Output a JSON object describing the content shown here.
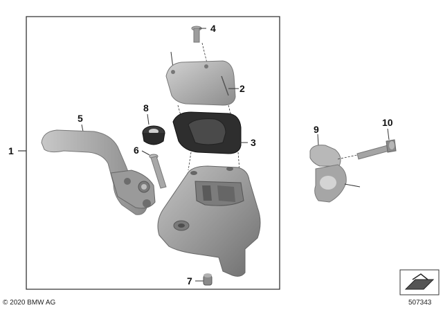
{
  "diagram": {
    "callouts": [
      {
        "id": "1",
        "label": "1"
      },
      {
        "id": "2",
        "label": "2"
      },
      {
        "id": "3",
        "label": "3"
      },
      {
        "id": "4",
        "label": "4"
      },
      {
        "id": "5",
        "label": "5"
      },
      {
        "id": "6",
        "label": "6"
      },
      {
        "id": "7",
        "label": "7"
      },
      {
        "id": "8",
        "label": "8"
      },
      {
        "id": "9",
        "label": "9"
      },
      {
        "id": "10",
        "label": "10"
      }
    ],
    "copyright": "© 2020 BMW AG",
    "document_number": "507343",
    "colors": {
      "part_light": "#b4b4b4",
      "part_mid": "#8f8f8f",
      "part_dark": "#6a6a6a",
      "rubber": "#2a2a2a",
      "frame": "#333333"
    }
  }
}
